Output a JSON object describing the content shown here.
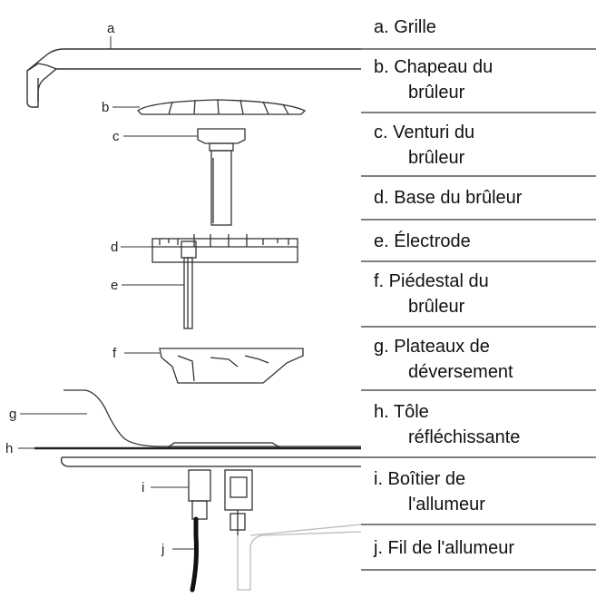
{
  "callouts": [
    "a",
    "b",
    "c",
    "d",
    "e",
    "f",
    "g",
    "h",
    "i",
    "j"
  ],
  "legend": [
    {
      "line1": "a. Grille",
      "line2": ""
    },
    {
      "line1": "b. Chapeau du",
      "line2": "brûleur"
    },
    {
      "line1": "c. Venturi du",
      "line2": "brûleur"
    },
    {
      "line1": "d. Base du brûleur",
      "line2": ""
    },
    {
      "line1": "e. Électrode",
      "line2": ""
    },
    {
      "line1": "f. Piédestal du",
      "line2": "brûleur"
    },
    {
      "line1": "g. Plateaux de",
      "line2": "déversement"
    },
    {
      "line1": "h. Tôle",
      "line2": "réfléchissante"
    },
    {
      "line1": "i. Boîtier de",
      "line2": "l'allumeur"
    },
    {
      "line1": "j. Fil de l'allumeur",
      "line2": ""
    }
  ]
}
